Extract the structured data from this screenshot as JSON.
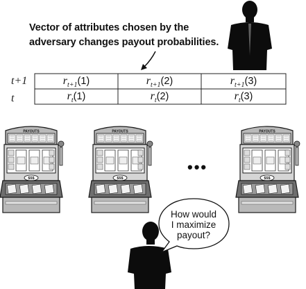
{
  "caption": {
    "line1": "Vector of attributes chosen by the",
    "line2": "adversary changes payout probabilities."
  },
  "table": {
    "rows": [
      {
        "label": "t+1",
        "cells": [
          {
            "base": "r",
            "sub": "t+1",
            "arg": "(1)"
          },
          {
            "base": "r",
            "sub": "t+1",
            "arg": "(2)"
          },
          {
            "base": "r",
            "sub": "t+1",
            "arg": "(3)"
          }
        ]
      },
      {
        "label": "t",
        "cells": [
          {
            "base": "r",
            "sub": "t",
            "arg": "(1)"
          },
          {
            "base": "r",
            "sub": "t",
            "arg": "(2)"
          },
          {
            "base": "r",
            "sub": "t",
            "arg": "(3)"
          }
        ]
      }
    ]
  },
  "ellipsis": "•••",
  "bubble": {
    "lines": [
      "How would",
      "I maximize",
      "payout?"
    ]
  },
  "machine": {
    "header": "PAYOUTS",
    "badge": "$5$"
  },
  "colors": {
    "outline": "#1a1a1a",
    "metal": "#b9b9b9",
    "dark_metal": "#6e6e6e",
    "silhouette": "#0c0c0c"
  }
}
